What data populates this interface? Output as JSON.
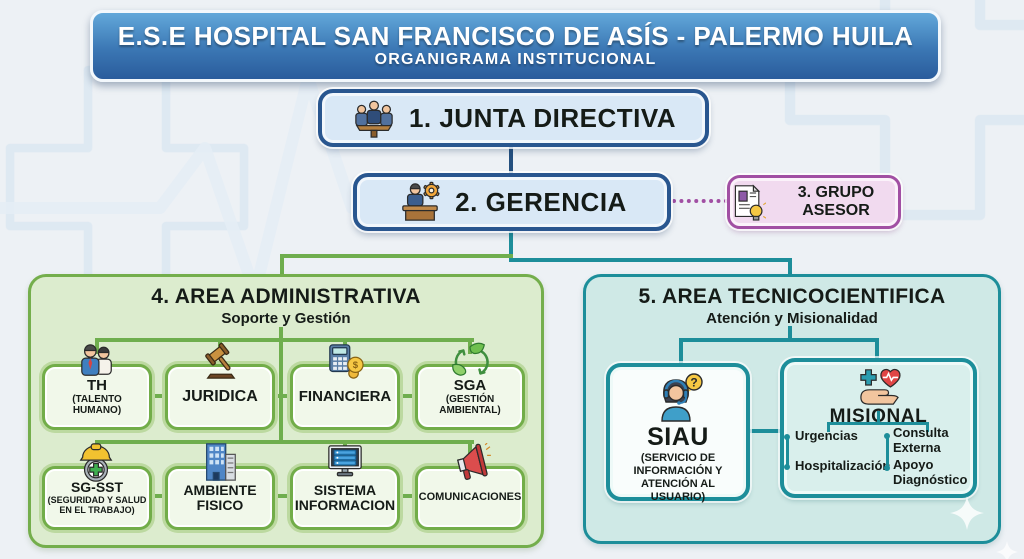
{
  "header": {
    "title": "E.S.E HOSPITAL SAN FRANCISCO DE ASÍS - PALERMO HUILA",
    "subtitle": "ORGANIGRAMA INSTITUCIONAL"
  },
  "org": {
    "junta": {
      "label": "1. JUNTA DIRECTIVA",
      "icon": "board-meeting-icon"
    },
    "gerencia": {
      "label": "2. GERENCIA",
      "icon": "manager-desk-icon"
    },
    "asesor": {
      "label": "3. GRUPO ASESOR",
      "icon": "document-idea-icon"
    }
  },
  "admin_area": {
    "title": "4. AREA ADMINISTRATIVA",
    "subtitle": "Soporte y Gestión",
    "units": [
      {
        "name": "TH",
        "detail": "(TALENTO HUMANO)",
        "icon": "hr-people-icon"
      },
      {
        "name": "JURIDICA",
        "detail": "",
        "icon": "gavel-icon"
      },
      {
        "name": "FINANCIERA",
        "detail": "",
        "icon": "calculator-coins-icon"
      },
      {
        "name": "SGA",
        "detail": "(GESTIÓN AMBIENTAL)",
        "icon": "eco-leaves-icon"
      },
      {
        "name": "SG-SST",
        "detail": "(SEGURIDAD Y SALUD EN EL TRABAJO)",
        "icon": "safety-helmet-icon"
      },
      {
        "name": "AMBIENTE FISICO",
        "detail": "",
        "icon": "building-icon"
      },
      {
        "name": "SISTEMA INFORMACION",
        "detail": "",
        "icon": "computer-server-icon"
      },
      {
        "name": "COMUNICACIONES",
        "detail": "",
        "icon": "megaphone-icon"
      }
    ]
  },
  "tecnico_area": {
    "title": "5. AREA TECNICOCIENTIFICA",
    "subtitle": "Atención y Misionalidad",
    "siau": {
      "name": "SIAU",
      "detail": "(SERVICIO DE INFORMACIÓN Y ATENCIÓN AL USUARIO)",
      "icon": "support-agent-icon"
    },
    "misional": {
      "name": "MISIONAL",
      "icon": "hand-heart-icon",
      "services": [
        "Urgencias",
        "Hospitalización",
        "Consulta Externa",
        "Apoyo Diagnóstico"
      ]
    }
  },
  "colors": {
    "background": "#edf1f5",
    "header_blue": "#2a5c9c",
    "box_blue_border": "#29568f",
    "box_blue_fill": "#d9e8f6",
    "teal": "#1d8e9a",
    "teal_area_fill": "#cfe9e6",
    "green": "#74ae4c",
    "green_area_fill": "#dcecce",
    "purple": "#a14fa3",
    "purple_fill": "#f1daef"
  }
}
